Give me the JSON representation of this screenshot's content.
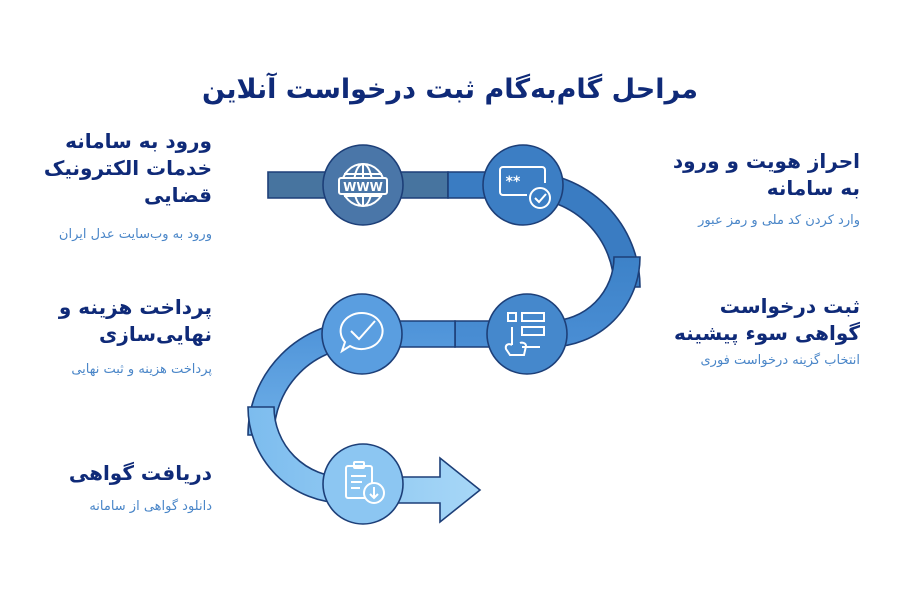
{
  "title": "مراحل گام‌به‌گام ثبت درخواست آنلاین",
  "steps": [
    {
      "heading": "ورود به سامانه خدمات الکترونیک قضایی",
      "description": "ورود به وب‌سایت عدل ایران",
      "icon": "www-globe-icon",
      "color": "#4a76a8"
    },
    {
      "heading": "احراز هویت و ورود به سامانه",
      "description": "وارد کردن کد ملی و رمز عبور",
      "icon": "password-check-icon",
      "color": "#3c7ec4"
    },
    {
      "heading": "ثبت درخواست گواهی سوء پیشینه",
      "description": "انتخاب گزینه درخواست فوری",
      "icon": "touch-form-icon",
      "color": "#4588cc"
    },
    {
      "heading": "پرداخت هزینه و نهایی‌سازی",
      "description": "پرداخت هزینه و ثبت نهایی",
      "icon": "chat-check-icon",
      "color": "#5a9ee0"
    },
    {
      "heading": "دریافت گواهی",
      "description": "دانلود گواهی از سامانه",
      "icon": "document-download-icon",
      "color": "#8cc6f2"
    }
  ]
}
